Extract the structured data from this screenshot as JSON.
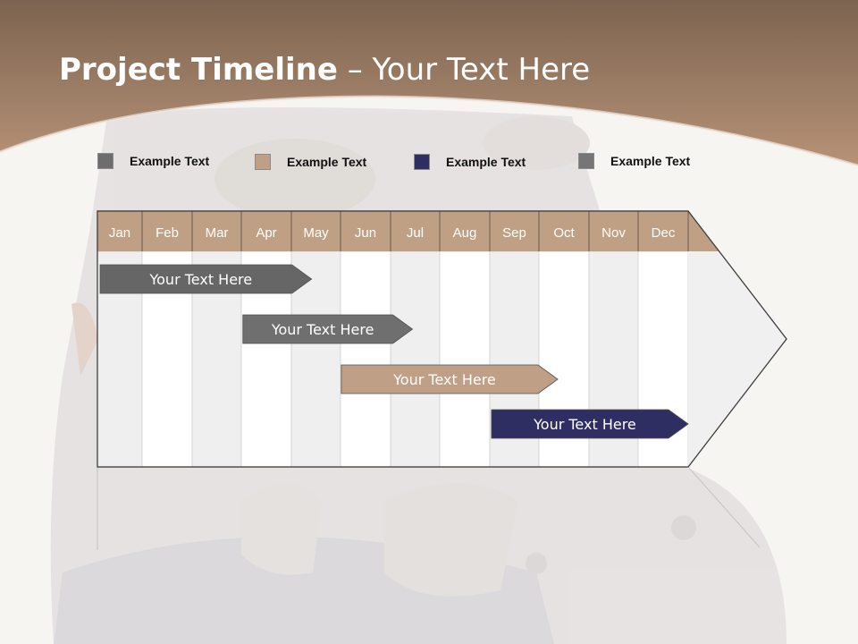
{
  "title": {
    "bold": "Project Timeline",
    "rest": " – Your Text Here"
  },
  "legend": [
    {
      "label": "Example Text",
      "color": "#6d6d6d"
    },
    {
      "label": "Example Text",
      "color": "#bf9f85"
    },
    {
      "label": "Example Text",
      "color": "#2f2e62"
    },
    {
      "label": "Example Text",
      "color": "#767676"
    }
  ],
  "months": [
    "Jan",
    "Feb",
    "Mar",
    "Apr",
    "May",
    "Jun",
    "Jul",
    "Aug",
    "Sep",
    "Oct",
    "Nov",
    "Dec"
  ],
  "tasks": [
    {
      "label": "Your  Text Here",
      "start_month": 1.0,
      "end_month": 4.35,
      "color": "#666666"
    },
    {
      "label": "Your  Text Here",
      "start_month": 3.9,
      "end_month": 6.4,
      "color": "#6f6f6f"
    },
    {
      "label": "Your  Text Here",
      "start_month": 5.9,
      "end_month": 9.35,
      "color": "#bf9f85"
    },
    {
      "label": "Your  Text Here",
      "start_month": 8.95,
      "end_month": 12.0,
      "color": "#2f2e62"
    }
  ],
  "colors": {
    "header_band": "#a88468",
    "month_header": "#c0a084",
    "accent_dark": "#2f2e62"
  }
}
